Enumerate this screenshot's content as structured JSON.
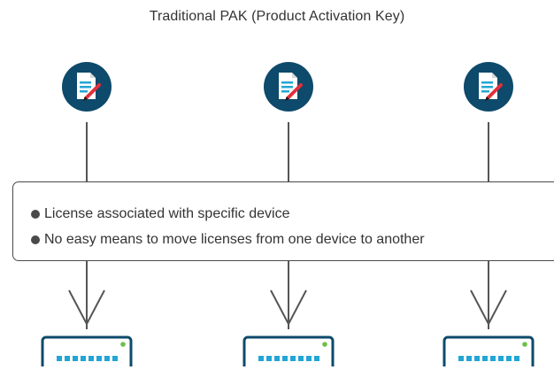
{
  "title": "Traditional PAK (Product Activation Key)",
  "info_box": {
    "bullets": [
      "License associated with specific device",
      "No easy means to move licenses from one device to another"
    ]
  },
  "colors": {
    "icon_circle": "#0d4a6b",
    "document": "#ffffff",
    "document_lines": "#23a6d5",
    "pen": "#e0303c",
    "device_border": "#0d4a6b",
    "device_ports": "#23a6d5",
    "device_led": "#6cc04a",
    "connector": "#555555"
  },
  "icons": {
    "license": "license-document-icon",
    "device": "network-switch-icon"
  },
  "columns": [
    {
      "id": "left"
    },
    {
      "id": "center"
    },
    {
      "id": "right"
    }
  ]
}
